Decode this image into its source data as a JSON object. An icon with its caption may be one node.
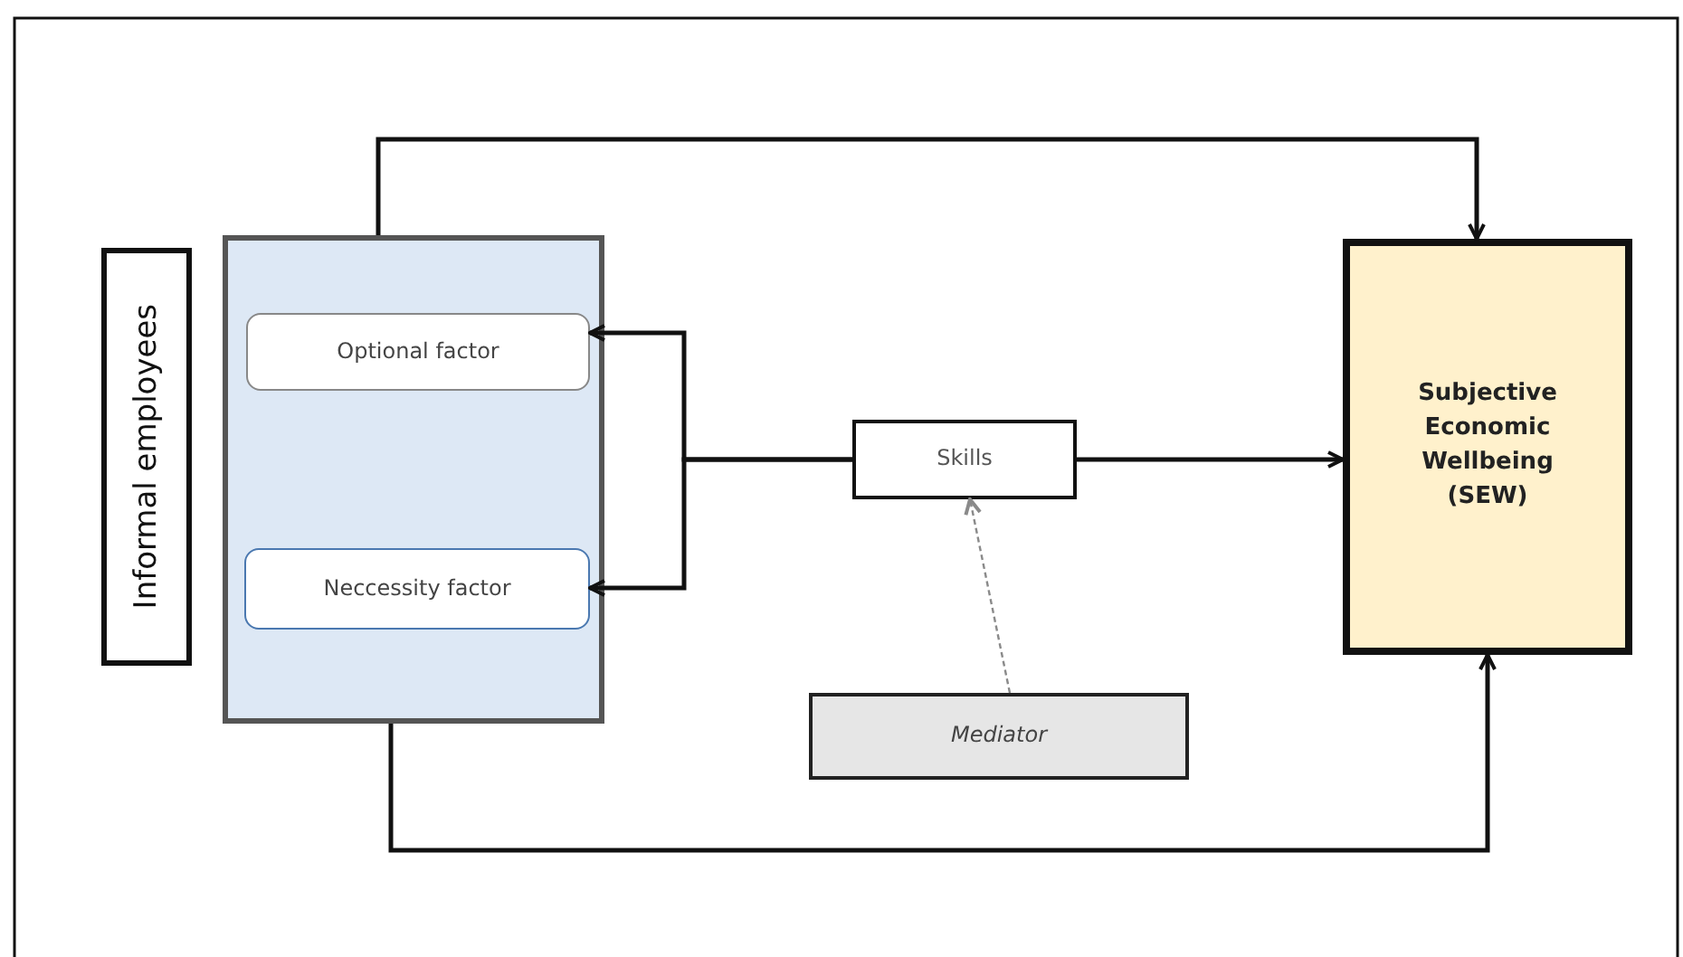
{
  "diagram": {
    "nodes": [
      {
        "text": [
          "Informal employees"
        ]
      },
      {
        "text": [],
        "shape": "box"
      },
      {
        "text": [
          "Optional factor"
        ],
        "in": 1
      },
      {
        "text": [
          "Neccessity factor"
        ],
        "in": 1
      },
      {
        "text": [
          "Skills"
        ]
      },
      {
        "text": [
          "Subjective Economic Wellbeing (SEW)"
        ]
      },
      {
        "text": [
          "Mediator"
        ]
      }
    ],
    "edges": [
      {
        "from": 1,
        "to": 5,
        "arrow": "to"
      },
      {
        "from": 4,
        "to": 2,
        "arrow": "to"
      },
      {
        "from": 4,
        "to": 3,
        "arrow": "to"
      },
      {
        "from": 4,
        "to": 5,
        "arrow": "to"
      },
      {
        "from": 6,
        "to": 4,
        "arrow": "to",
        "style": "dashed",
        "color": "#8a8a8a"
      },
      {
        "from": 1,
        "to": 5,
        "arrow": "to"
      }
    ]
  }
}
